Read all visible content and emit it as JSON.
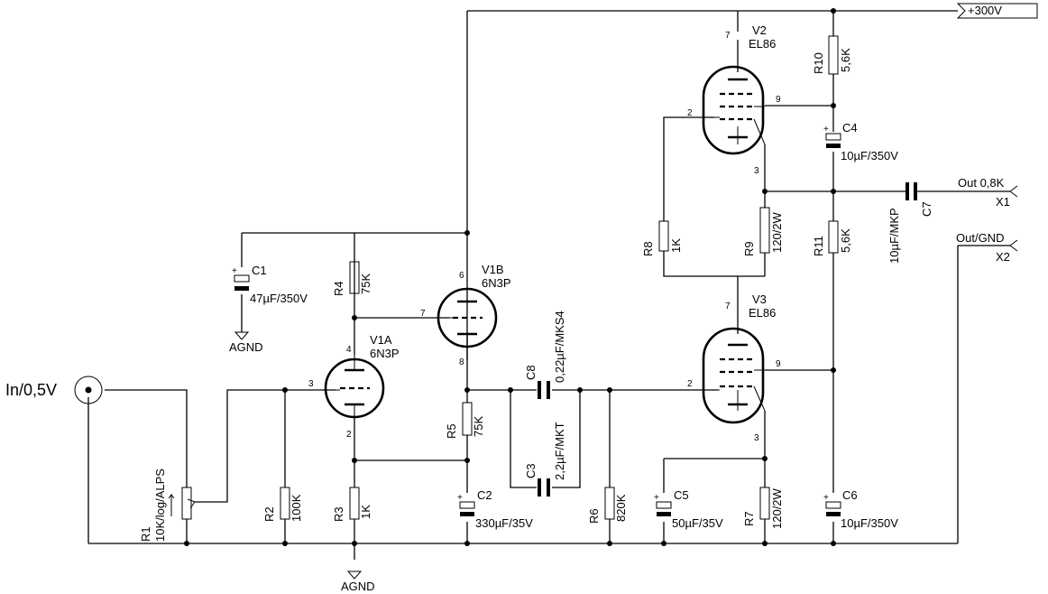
{
  "labels": {
    "supply": "+300V",
    "input": "In/0,5V",
    "out1": "Out 0,8K",
    "x1": "X1",
    "out2": "Out/GND",
    "x2": "X2",
    "agnd1": "AGND",
    "agnd2": "AGND"
  },
  "tubes": {
    "V1A": {
      "name": "V1A",
      "type": "6N3P"
    },
    "V1B": {
      "name": "V1B",
      "type": "6N3P"
    },
    "V2": {
      "name": "V2",
      "type": "EL86"
    },
    "V3": {
      "name": "V3",
      "type": "EL86"
    }
  },
  "parts": {
    "C1": {
      "name": "C1",
      "value": "47µF/350V"
    },
    "C2": {
      "name": "C2",
      "value": "330µF/35V"
    },
    "C3": {
      "name": "C3",
      "value": "2,2µF/MKT"
    },
    "C4": {
      "name": "C4",
      "value": "10µF/350V"
    },
    "C5": {
      "name": "C5",
      "value": "50µF/35V"
    },
    "C6": {
      "name": "C6",
      "value": "10µF/350V"
    },
    "C7": {
      "name": "C7",
      "value": "10µF/MKP"
    },
    "C8": {
      "name": "C8",
      "value": "0,22µF/MKS4"
    },
    "R1": {
      "name": "R1",
      "value": "10K/log/ALPS"
    },
    "R2": {
      "name": "R2",
      "value": "100K"
    },
    "R3": {
      "name": "R3",
      "value": "1K"
    },
    "R4": {
      "name": "R4",
      "value": "75K"
    },
    "R5": {
      "name": "R5",
      "value": "75K"
    },
    "R6": {
      "name": "R6",
      "value": "820K"
    },
    "R7": {
      "name": "R7",
      "value": "120/2W"
    },
    "R8": {
      "name": "R8",
      "value": "1K"
    },
    "R9": {
      "name": "R9",
      "value": "120/2W"
    },
    "R10": {
      "name": "R10",
      "value": "5,6K"
    },
    "R11": {
      "name": "R11",
      "value": "5,6K"
    }
  },
  "pins": {
    "p2": "2",
    "p3": "3",
    "p4": "4",
    "p6": "6",
    "p7": "7",
    "p8": "8",
    "p9": "9"
  }
}
